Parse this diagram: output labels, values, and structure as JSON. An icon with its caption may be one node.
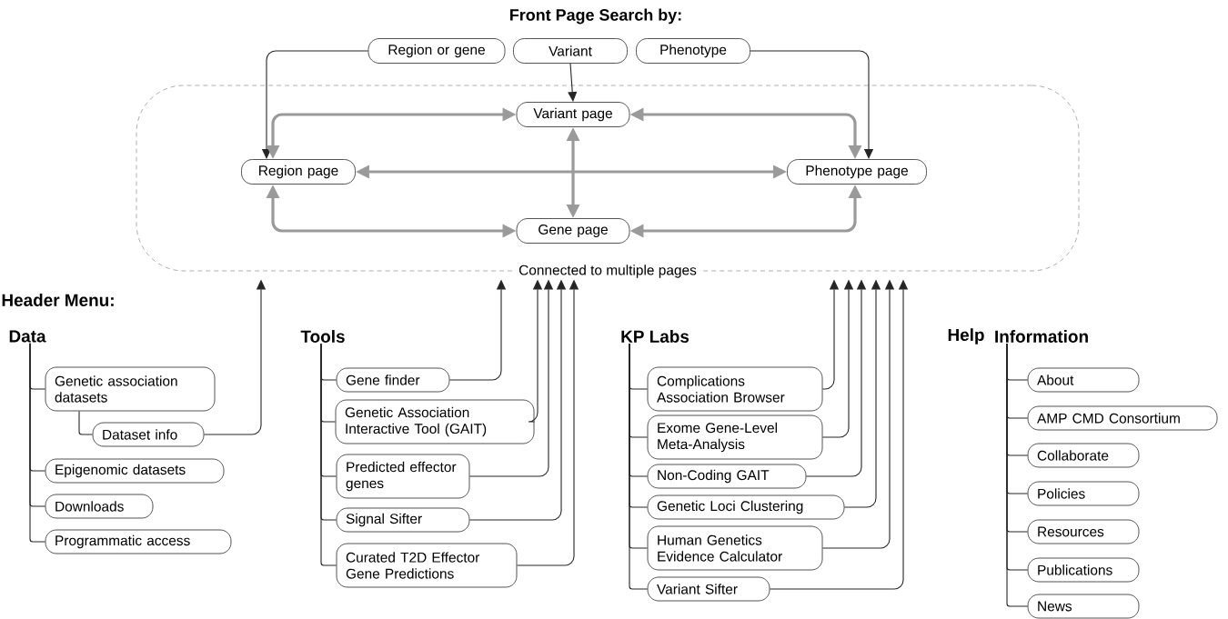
{
  "diagram": {
    "title": "Front Page Search by:",
    "nodes": [
      {
        "text": [
          "Region or gene"
        ]
      },
      {
        "text": [
          "Variant"
        ]
      },
      {
        "text": [
          "Phenotype"
        ]
      },
      {
        "text": [
          "Connected to multiple pages"
        ]
      },
      {
        "text": [
          "Variant page"
        ],
        "in": 3
      },
      {
        "text": [
          "Region page"
        ],
        "in": 3
      },
      {
        "text": [
          "Phenotype page"
        ],
        "in": 3
      },
      {
        "text": [
          "Gene page"
        ],
        "in": 3
      },
      {
        "text": [
          "Data"
        ]
      },
      {
        "text": [
          "Genetic association datasets"
        ]
      },
      {
        "text": [
          "Dataset info"
        ]
      },
      {
        "text": [
          "Epigenomic datasets"
        ]
      },
      {
        "text": [
          "Downloads"
        ]
      },
      {
        "text": [
          "Programmatic access"
        ]
      },
      {
        "text": [
          "Tools"
        ]
      },
      {
        "text": [
          "Gene finder"
        ]
      },
      {
        "text": [
          "Genetic Association Interactive Tool (GAIT)"
        ]
      },
      {
        "text": [
          "Predicted effector genes"
        ]
      },
      {
        "text": [
          "Signal Sifter"
        ]
      },
      {
        "text": [
          "Curated T2D Effector Gene Predictions"
        ]
      },
      {
        "text": [
          "KP Labs"
        ]
      },
      {
        "text": [
          "Complications Association Browser"
        ]
      },
      {
        "text": [
          "Exome Gene-Level Meta-Analysis"
        ]
      },
      {
        "text": [
          "Non-Coding GAIT"
        ]
      },
      {
        "text": [
          "Genetic Loci Clustering"
        ]
      },
      {
        "text": [
          "Human Genetics Evidence Calculator"
        ]
      },
      {
        "text": [
          "Variant Sifter"
        ]
      },
      {
        "text": [
          "Information"
        ]
      },
      {
        "text": [
          "About"
        ]
      },
      {
        "text": [
          "AMP CMD Consortium"
        ]
      },
      {
        "text": [
          "Collaborate"
        ]
      },
      {
        "text": [
          "Policies"
        ]
      },
      {
        "text": [
          "Resources"
        ]
      },
      {
        "text": [
          "Publications"
        ]
      },
      {
        "text": [
          "News"
        ]
      }
    ],
    "edges": [
      {
        "from": 0,
        "to": 5,
        "arrow": "to"
      },
      {
        "from": 1,
        "to": 4,
        "arrow": "to"
      },
      {
        "from": 2,
        "to": 6,
        "arrow": "to"
      },
      {
        "from": 5,
        "to": 4,
        "arrow": "both",
        "style": "thick",
        "color": "#9a9a9a"
      },
      {
        "from": 4,
        "to": 6,
        "arrow": "both",
        "style": "thick",
        "color": "#9a9a9a"
      },
      {
        "from": 5,
        "to": 6,
        "arrow": "both",
        "style": "thick",
        "color": "#9a9a9a"
      },
      {
        "from": 4,
        "to": 7,
        "arrow": "both",
        "style": "thick",
        "color": "#9a9a9a"
      },
      {
        "from": 5,
        "to": 7,
        "arrow": "both",
        "style": "thick",
        "color": "#9a9a9a"
      },
      {
        "from": 7,
        "to": 6,
        "arrow": "both",
        "style": "thick",
        "color": "#9a9a9a"
      },
      {
        "from": 10,
        "to": 3,
        "arrow": "to"
      },
      {
        "from": 15,
        "to": 3,
        "arrow": "to"
      },
      {
        "from": 16,
        "to": 3,
        "arrow": "to"
      },
      {
        "from": 17,
        "to": 3,
        "arrow": "to"
      },
      {
        "from": 18,
        "to": 3,
        "arrow": "to"
      },
      {
        "from": 19,
        "to": 3,
        "arrow": "to"
      },
      {
        "from": 21,
        "to": 3,
        "arrow": "to"
      },
      {
        "from": 22,
        "to": 3,
        "arrow": "to"
      },
      {
        "from": 23,
        "to": 3,
        "arrow": "to"
      },
      {
        "from": 24,
        "to": 3,
        "arrow": "to"
      },
      {
        "from": 25,
        "to": 3,
        "arrow": "to"
      },
      {
        "from": 26,
        "to": 3,
        "arrow": "to"
      },
      {
        "from": 8,
        "to": 9,
        "arrow": "none"
      },
      {
        "from": 9,
        "to": 10,
        "arrow": "none"
      },
      {
        "from": 8,
        "to": 11,
        "arrow": "none"
      },
      {
        "from": 8,
        "to": 12,
        "arrow": "none"
      },
      {
        "from": 8,
        "to": 13,
        "arrow": "none"
      },
      {
        "from": 14,
        "to": 15,
        "arrow": "none"
      },
      {
        "from": 14,
        "to": 16,
        "arrow": "none"
      },
      {
        "from": 14,
        "to": 17,
        "arrow": "none"
      },
      {
        "from": 14,
        "to": 18,
        "arrow": "none"
      },
      {
        "from": 14,
        "to": 19,
        "arrow": "none"
      },
      {
        "from": 20,
        "to": 21,
        "arrow": "none"
      },
      {
        "from": 20,
        "to": 22,
        "arrow": "none"
      },
      {
        "from": 20,
        "to": 23,
        "arrow": "none"
      },
      {
        "from": 20,
        "to": 24,
        "arrow": "none"
      },
      {
        "from": 20,
        "to": 25,
        "arrow": "none"
      },
      {
        "from": 20,
        "to": 26,
        "arrow": "none"
      },
      {
        "from": 27,
        "to": 28,
        "arrow": "none"
      },
      {
        "from": 27,
        "to": 29,
        "arrow": "none"
      },
      {
        "from": 27,
        "to": 30,
        "arrow": "none"
      },
      {
        "from": 27,
        "to": 31,
        "arrow": "none"
      },
      {
        "from": 27,
        "to": 32,
        "arrow": "none"
      },
      {
        "from": 27,
        "to": 33,
        "arrow": "none"
      },
      {
        "from": 27,
        "to": 34,
        "arrow": "none"
      }
    ],
    "labels": [
      "Header Menu:",
      "Help"
    ]
  }
}
